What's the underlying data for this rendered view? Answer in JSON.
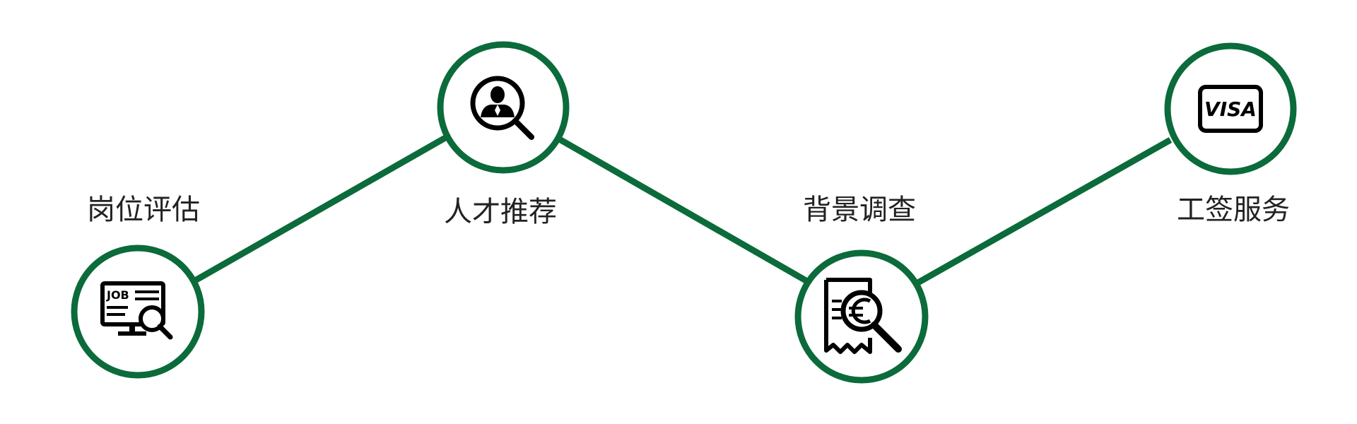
{
  "colors": {
    "accent": "#0b6b3a",
    "icon": "#000000",
    "text": "#222222"
  },
  "steps": [
    {
      "label": "岗位评估",
      "icon": "job-search-icon"
    },
    {
      "label": "人才推荐",
      "icon": "person-search-icon"
    },
    {
      "label": "背景调查",
      "icon": "receipt-euro-search-icon"
    },
    {
      "label": "工签服务",
      "icon": "visa-card-icon"
    }
  ],
  "icons": {
    "job_text": "JOB",
    "visa_text": "VISA"
  }
}
